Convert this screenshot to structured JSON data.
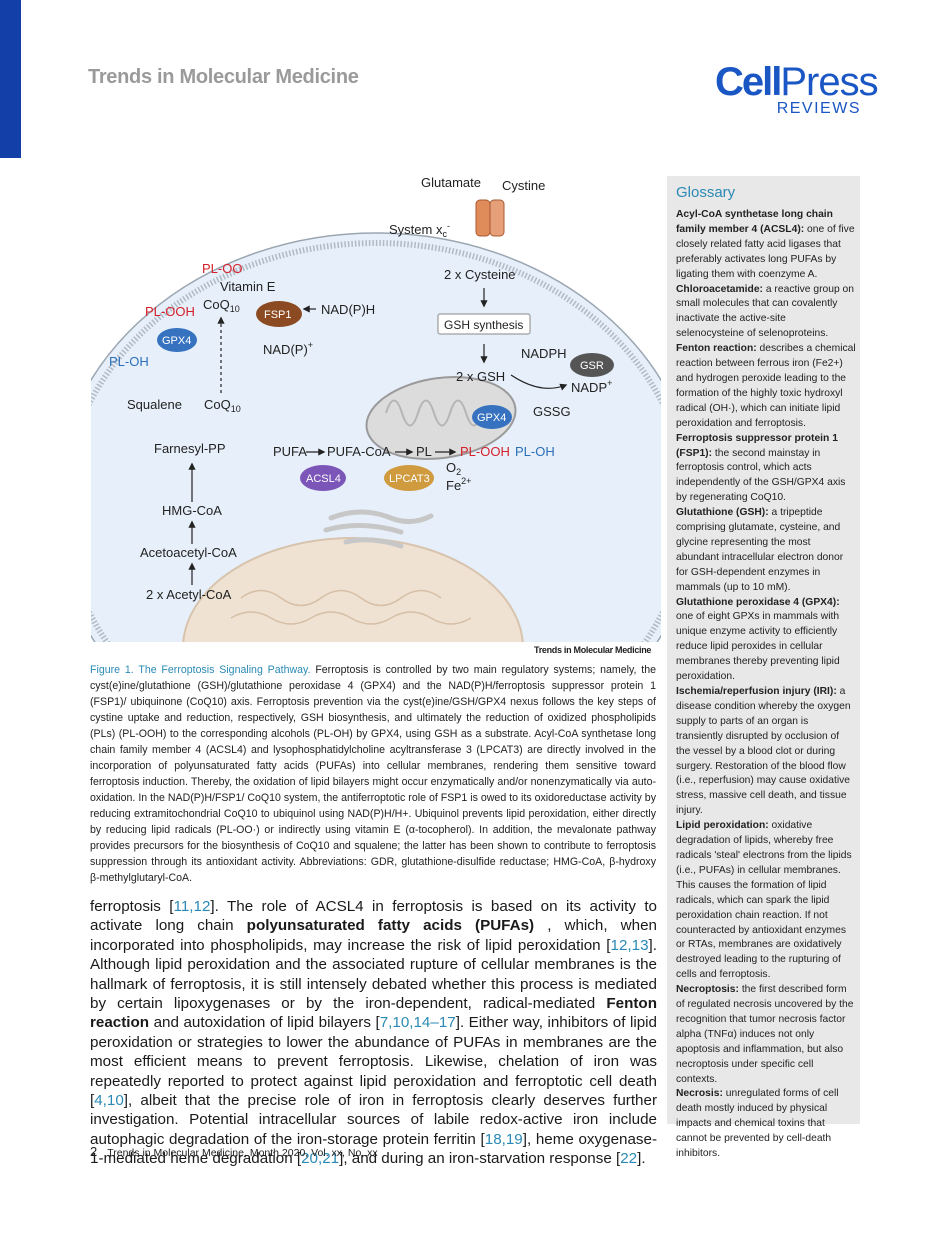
{
  "header": {
    "journal_title": "Trends in Molecular Medicine",
    "logo_cell": "Cell",
    "logo_press": "Press",
    "logo_reviews": "REVIEWS"
  },
  "figure": {
    "glutamate": "Glutamate",
    "cystine": "Cystine",
    "system_xc": "System x",
    "system_xc_sub": "c",
    "system_xc_sup": "-",
    "cysteine": "2 x Cysteine",
    "gsh_synthesis": "GSH synthesis",
    "nadph": "NADPH",
    "gsr": "GSR",
    "nadp": "NADP",
    "nadp_sup": "+",
    "gsh": "2 x GSH",
    "gssg": "GSSG",
    "gpx4": "GPX4",
    "pl_oo": "PL-OO",
    "pl_ooh": "PL-OOH",
    "pl_oh": "PL-OH",
    "vitamin_e": "Vitamin E",
    "coq10": "CoQ",
    "coq10_sub": "10",
    "fsp1": "FSP1",
    "nadph_h": "NAD(P)H",
    "nadp_plus": "NAD(P)",
    "squalene": "Squalene",
    "farnesyl": "Farnesyl-PP",
    "hmg": "HMG-CoA",
    "acetoacetyl": "Acetoacetyl-CoA",
    "acetyl": "2 x Acetyl-CoA",
    "pufa": "PUFA",
    "pufa_coa": "PUFA-CoA",
    "pl": "PL",
    "acsl4": "ACSL4",
    "lpcat3": "LPCAT3",
    "o2": "O",
    "o2_sub": "2",
    "fe": "Fe",
    "fe_sup": "2+",
    "credit": "Trends in Molecular Medicine",
    "colors": {
      "fsp1": "#8b4a22",
      "gpx4": "#3672c0",
      "acsl4": "#7b55b8",
      "lpcat3": "#d09a3e",
      "gsr": "#555555",
      "red_text": "#d4202a",
      "blue_text": "#2a6fb8"
    }
  },
  "caption": {
    "title": "Figure 1. The Ferroptosis Signaling Pathway.",
    "text": " Ferroptosis is controlled by two main regulatory systems; namely, the cyst(e)ine/glutathione (GSH)/glutathione peroxidase 4 (GPX4) and the NAD(P)H/ferroptosis suppressor protein 1 (FSP1)/ ubiquinone (CoQ10) axis. Ferroptosis prevention via the cyst(e)ine/GSH/GPX4 nexus follows the key steps of cystine uptake and reduction, respectively, GSH biosynthesis, and ultimately the reduction of oxidized phospholipids (PLs) (PL-OOH) to the corresponding alcohols (PL-OH) by GPX4, using GSH as a substrate. Acyl-CoA synthetase long chain family member 4 (ACSL4) and lysophosphatidylcholine acyltransferase 3 (LPCAT3) are directly involved in the incorporation of polyunsaturated fatty acids (PUFAs) into cellular membranes, rendering them sensitive toward ferroptosis induction. Thereby, the oxidation of lipid bilayers might occur enzymatically and/or nonenzymatically via auto-oxidation. In the NAD(P)H/FSP1/ CoQ10 system, the antiferroptotic role of FSP1 is owed to its oxidoreductase activity by reducing extramitochondrial CoQ10 to ubiquinol using NAD(P)H/H+. Ubiquinol prevents lipid peroxidation, either directly by reducing lipid radicals (PL-OO·) or indirectly using vitamin E (α-tocopherol). In addition, the mevalonate pathway provides precursors for the biosynthesis of CoQ10 and squalene; the latter has been shown to contribute to ferroptosis suppression through its antioxidant activity. Abbreviations: GDR, glutathione-disulfide reductase; HMG-CoA, β-hydroxy β-methylglutaryl-CoA."
  },
  "body": {
    "p1": "ferroptosis [",
    "r1": "11,12",
    "p2": "]. The role of ACSL4 in ferroptosis is based on its activity to activate long chain ",
    "b1": "polyunsaturated fatty acids (PUFAs)",
    "p3": " , which, when incorporated into phospholipids, may increase the risk of lipid peroxidation [",
    "r2": "12,13",
    "p4": "]. Although lipid peroxidation and the associated rupture of cellular membranes is the hallmark of ferroptosis, it is still intensely debated whether this process is mediated by certain lipoxygenases or by the iron-dependent, radical-mediated ",
    "b2": "Fenton reaction",
    "p5": " and autoxidation of lipid bilayers [",
    "r3": "7,10,14–17",
    "p6": "]. Either way, inhibitors of lipid peroxidation or strategies to lower the abundance of PUFAs in membranes are the most efficient means to prevent ferroptosis. Likewise, chelation of iron was repeatedly reported to protect against lipid peroxidation and ferroptotic cell death [",
    "r4": "4,10",
    "p7": "], albeit that the precise role of iron in ferroptosis clearly deserves further investigation. Potential intracellular sources of labile redox-active iron include autophagic degradation of the iron-storage protein ferritin [",
    "r5": "18,19",
    "p8": "], heme oxygenase-1-mediated heme degradation [",
    "r6": "20,21",
    "p9": "], and during an iron-starvation response [",
    "r7": "22",
    "p10": "]."
  },
  "glossary": {
    "heading": "Glossary",
    "items": [
      {
        "term": "Acyl-CoA synthetase long chain family member 4 (ACSL4):",
        "def": " one of five closely related fatty acid ligases that preferably activates long PUFAs by ligating them with coenzyme A."
      },
      {
        "term": "Chloroacetamide:",
        "def": " a reactive group on small molecules that can covalently inactivate the active-site selenocysteine of selenoproteins."
      },
      {
        "term": "Fenton reaction:",
        "def": " describes a chemical reaction between ferrous iron (Fe2+) and hydrogen peroxide leading to the formation of the highly toxic hydroxyl radical (OH·), which can initiate lipid peroxidation and ferroptosis."
      },
      {
        "term": "Ferroptosis suppressor protein 1 (FSP1):",
        "def": " the second mainstay in ferroptosis control, which acts independently of the GSH/GPX4 axis by regenerating CoQ10."
      },
      {
        "term": "Glutathione (GSH):",
        "def": " a tripeptide comprising glutamate, cysteine, and glycine representing the most abundant intracellular electron donor for GSH-dependent enzymes in mammals (up to 10 mM)."
      },
      {
        "term": "Glutathione peroxidase 4 (GPX4):",
        "def": " one of eight GPXs in mammals with unique enzyme activity to efficiently reduce lipid peroxides in cellular membranes thereby preventing lipid peroxidation."
      },
      {
        "term": "Ischemia/reperfusion injury (IRI):",
        "def": " a disease condition whereby the oxygen supply to parts of an organ is transiently disrupted by occlusion of the vessel by a blood clot or during surgery. Restoration of the blood flow (i.e., reperfusion) may cause oxidative stress, massive cell death, and tissue injury."
      },
      {
        "term": "Lipid peroxidation:",
        "def": " oxidative degradation of lipids, whereby free radicals 'steal' electrons from the lipids (i.e., PUFAs) in cellular membranes. This causes the formation of lipid radicals, which can spark the lipid peroxidation chain reaction. If not counteracted by antioxidant enzymes or RTAs, membranes are oxidatively destroyed leading to the rupturing of cells and ferroptosis."
      },
      {
        "term": "Necroptosis:",
        "def": " the first described form of regulated necrosis uncovered by the recognition that tumor necrosis factor alpha (TNFα) induces not only apoptosis and inflammation, but also necroptosis under specific cell contexts."
      },
      {
        "term": "Necrosis:",
        "def": " unregulated forms of cell death mostly induced by physical impacts and chemical toxins that cannot be prevented by cell-death inhibitors."
      }
    ]
  },
  "footer": {
    "page_number": "2",
    "citation": "Trends in Molecular Medicine, Month 2020, Vol. xx, No. xx"
  }
}
